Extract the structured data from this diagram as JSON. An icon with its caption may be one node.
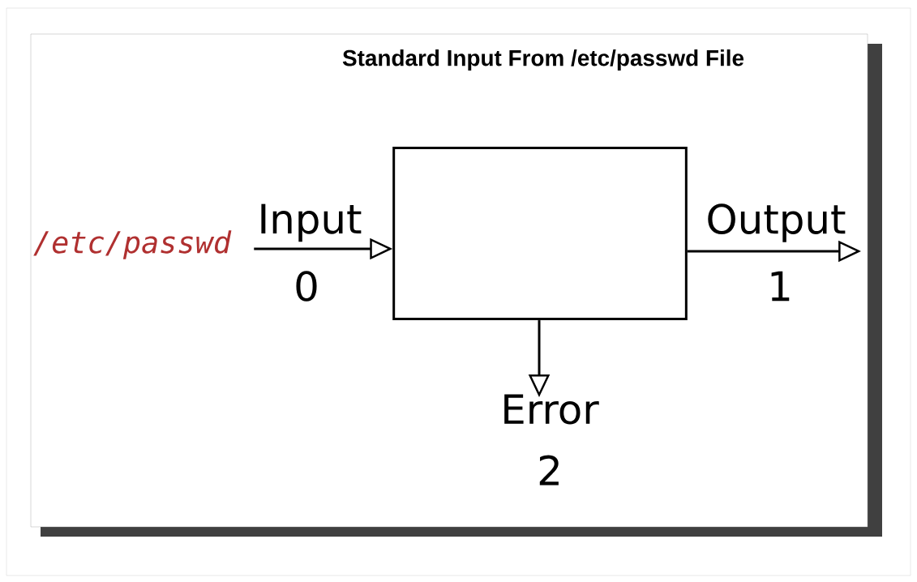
{
  "diagram": {
    "title": "Standard Input From /etc/passwd File",
    "nodes": [
      {
        "text": [
          "/etc/passwd"
        ]
      },
      {
        "text": [],
        "shape": "box"
      }
    ],
    "edges": [
      {
        "from": 0,
        "to": 1,
        "arrow": "to",
        "label": "Input"
      },
      {
        "from": 1,
        "to": null,
        "arrow": "to",
        "label": "Output"
      },
      {
        "from": 1,
        "to": null,
        "arrow": "to",
        "label": "Error"
      }
    ],
    "labels": [
      "0",
      "1",
      "2"
    ]
  }
}
